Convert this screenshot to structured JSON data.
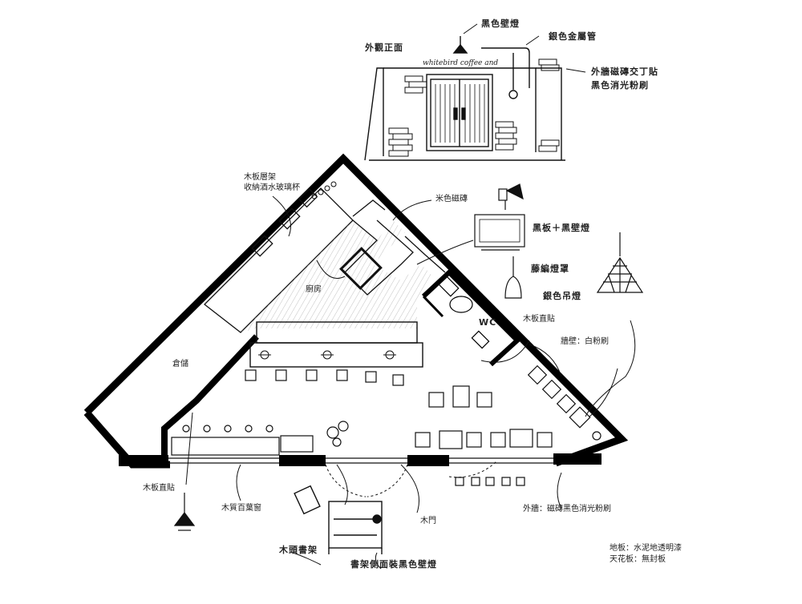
{
  "elevation": {
    "title": "外觀正面",
    "sign": "whitebird coffee and",
    "lamp_label": "黑色壁燈",
    "pipe_label": "銀色金屬管",
    "brick_label_line1": "外牆磁磚交丁貼",
    "brick_label_line2": "黑色消光粉刷"
  },
  "plan": {
    "shelf_line1": "木板層架",
    "shelf_line2": "收納酒水玻璃杯",
    "tile": "米色磁磚",
    "kitchen": "廚房",
    "storage": "倉儲",
    "wc": "WC",
    "wood_panel_right": "木板直貼",
    "wall_paint": "牆壁：白粉刷",
    "wood_panel_left": "木板直貼",
    "blinds": "木質百葉窗",
    "door": "木門",
    "exterior_wall": "外牆：磁磚黑色消光粉刷",
    "book_shelf": "木頭書架",
    "bookshelf_lamp": "書架側面裝黑色壁燈"
  },
  "fixtures": {
    "board_lamp": "黑板＋黑壁燈",
    "rattan": "藤編燈罩",
    "pendant": "銀色吊燈"
  },
  "notes": {
    "floor": "地板：水泥地透明漆",
    "ceiling": "天花板：無封板"
  }
}
